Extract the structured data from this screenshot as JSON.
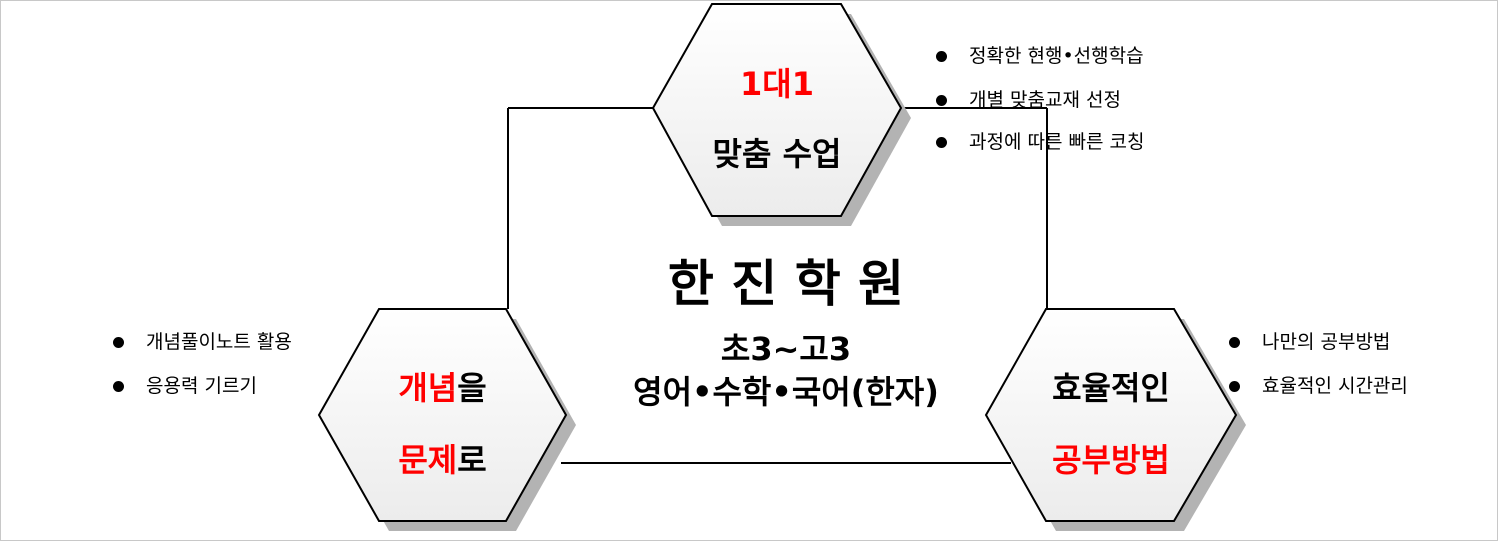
{
  "center": {
    "title": "한 진 학 원",
    "grades": "초3~고3",
    "subjects": "영어•수학•국어(한자)"
  },
  "top_hex": {
    "line1": "1대1",
    "line2": "맞춤 수업"
  },
  "left_hex": {
    "line1_red": "개념",
    "line1_black": "을",
    "line2_red": "문제",
    "line2_black": "로"
  },
  "right_hex": {
    "line1": "효율적인",
    "line2": "공부방법"
  },
  "top_bullets": [
    "정확한 현행•선행학습",
    "개별 맞춤교재 선정",
    "과정에 따른 빠른 코칭"
  ],
  "left_bullets": [
    "개념풀이노트 활용",
    "응용력 기르기"
  ],
  "right_bullets": [
    "나만의 공부방법",
    "효율적인 시간관리"
  ],
  "colors": {
    "accent": "#ff0000",
    "hex_fill": "#f4f4f4",
    "shadow": "#b0b0b0"
  }
}
